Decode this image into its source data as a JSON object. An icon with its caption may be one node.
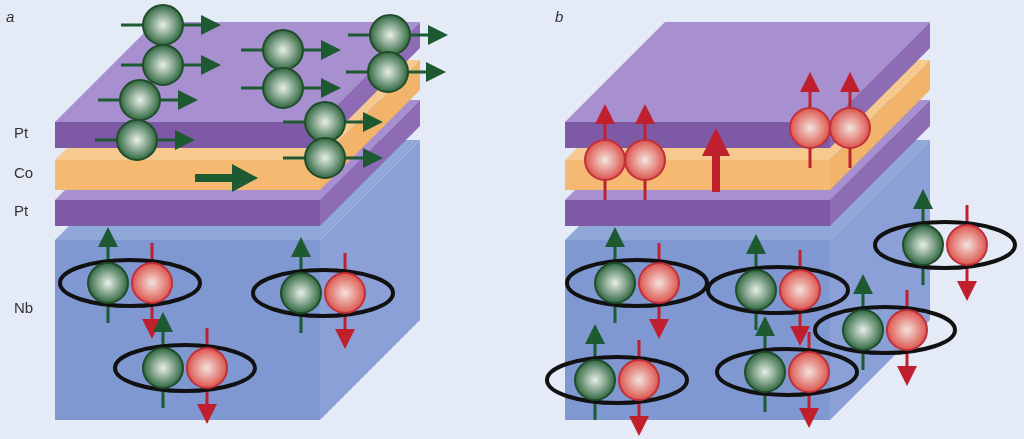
{
  "diagram": {
    "labels": [
      "a",
      "b",
      "Pt",
      "Co",
      "Pt",
      "Nb"
    ]
  }
}
